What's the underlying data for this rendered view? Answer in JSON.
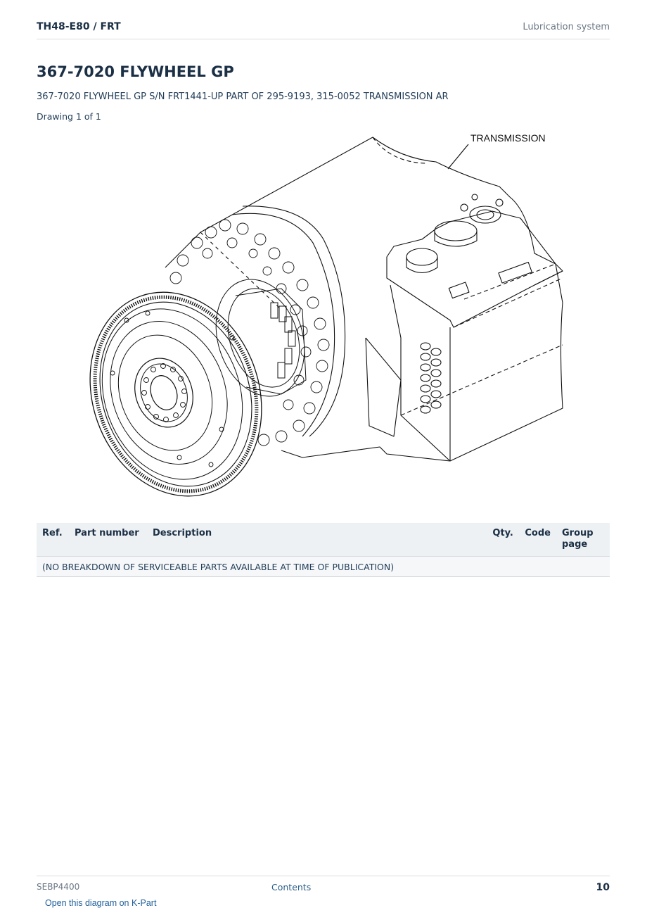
{
  "header": {
    "model": "TH48-E80  /  FRT",
    "section": "Lubrication system"
  },
  "page": {
    "title": "367-7020 FLYWHEEL GP",
    "subtitle": "367-7020 FLYWHEEL GP S/N FRT1441-UP PART OF 295-9193, 315-0052 TRANSMISSION AR",
    "drawing_label": "Drawing 1 of 1"
  },
  "diagram": {
    "callout_label": "TRANSMISSION"
  },
  "table": {
    "headers": {
      "ref": "Ref.",
      "part_number": "Part number",
      "description": "Description",
      "qty": "Qty.",
      "code": "Code",
      "group_page": "Group page"
    },
    "note": "(NO BREAKDOWN OF SERVICEABLE PARTS AVAILABLE AT TIME OF PUBLICATION)"
  },
  "footer": {
    "doc_id": "SEBP4400",
    "contents_link": "Contents",
    "page_number": "10",
    "kpart_link": "Open this diagram on K-Part"
  }
}
